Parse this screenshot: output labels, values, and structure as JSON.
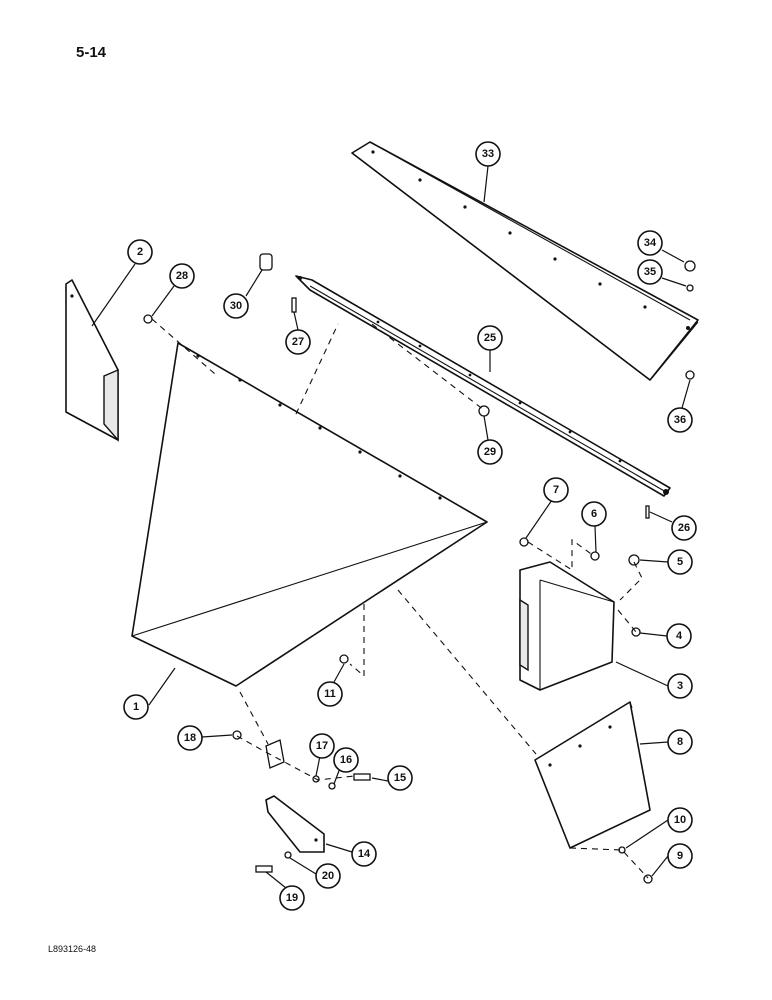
{
  "page": {
    "number": "5-14",
    "footer_code": "L893126-48"
  },
  "callouts": [
    {
      "label": "1"
    },
    {
      "label": "2"
    },
    {
      "label": "3"
    },
    {
      "label": "4"
    },
    {
      "label": "5"
    },
    {
      "label": "6"
    },
    {
      "label": "7"
    },
    {
      "label": "8"
    },
    {
      "label": "9"
    },
    {
      "label": "10"
    },
    {
      "label": "11"
    },
    {
      "label": "14"
    },
    {
      "label": "15"
    },
    {
      "label": "16"
    },
    {
      "label": "17"
    },
    {
      "label": "18"
    },
    {
      "label": "19"
    },
    {
      "label": "20"
    },
    {
      "label": "25"
    },
    {
      "label": "26"
    },
    {
      "label": "27"
    },
    {
      "label": "28"
    },
    {
      "label": "29"
    },
    {
      "label": "30"
    },
    {
      "label": "33"
    },
    {
      "label": "34"
    },
    {
      "label": "35"
    },
    {
      "label": "36"
    }
  ]
}
